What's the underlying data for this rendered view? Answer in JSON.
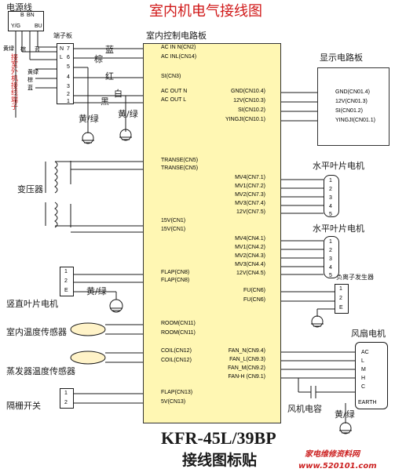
{
  "title": "室内机电气接线图",
  "model": "KFR-45L/39BP",
  "sticker": "接线图标贴",
  "watermark": {
    "top": "家电维修资料网",
    "bottom": "www.520101.com"
  },
  "power": {
    "label": "电源线",
    "pins": [
      "B",
      "BN",
      "Y/G",
      "BU"
    ]
  },
  "terminal_block": {
    "label": "端子板",
    "pins": [
      "N",
      "7",
      "L",
      "6",
      "5",
      "4",
      "3",
      "2",
      "1"
    ],
    "side_labels": [
      "黄绿",
      "棕",
      "蓝",
      "黄绿",
      "棕",
      "蓝"
    ]
  },
  "outdoor_label": "接室外机接线端子",
  "indoor_board": {
    "label": "室内控制电路板",
    "left": [
      "AC IN N(CN2)",
      "AC INL(CN14)",
      "SI(CN3)",
      "AC OUT N",
      "AC OUT L",
      "TRANSE(CN5)",
      "TRANSE(CN5)",
      "15V(CN1)",
      "15V(CN1)",
      "FLAP(CN8)",
      "FLAP(CN8)",
      "ROOM(CN11)",
      "ROOM(CN11)",
      "COIL(CN12)",
      "COIL(CN12)",
      "FLAP(CN13)",
      "5V(CN13)"
    ],
    "right": [
      "GND(CN10.4)",
      "12V(CN10.3)",
      "SI(CN10.2)",
      "YINGJI(CN10.1)",
      "MV4(CN7.1)",
      "MV1(CN7.2)",
      "MV2(CN7.3)",
      "MV3(CN7.4)",
      "12V(CN7.5)",
      "MV4(CN4.1)",
      "MV1(CN4.2)",
      "MV2(CN4.3)",
      "MV3(CN4.4)",
      "12V(CN4.5)",
      "FU(CN6)",
      "FU(CN6)",
      "FAN_N(CN9.4)",
      "FAN_L(CN9.3)",
      "FAN_M(CN9.2)",
      "FAN-H (CN9.1)"
    ]
  },
  "display_board": {
    "label": "显示电路板",
    "pins": [
      "GND(CN01.4)",
      "12V(CN01.3)",
      "SI(CN01.2)",
      "YINGJI(CN01.1)"
    ]
  },
  "wire_colors": {
    "blue": "蓝",
    "brown": "棕",
    "red": "红",
    "white": "白",
    "black": "黑",
    "yg": "黄/绿"
  },
  "components": {
    "transformer": "变压器",
    "vertical_louver": "竖直叶片电机",
    "room_sensor": "室内温度传感器",
    "coil_sensor": "蒸发器温度传感器",
    "grille_switch": "隔栅开关",
    "h_louver_1": "水平叶片电机",
    "h_louver_2": "水平叶片电机",
    "ion_gen": "负离子发生器",
    "fan_motor": "风扇电机",
    "fan_cap": "风机电容"
  },
  "h_louver_pins": [
    "1",
    "2",
    "3",
    "4",
    "5"
  ],
  "ion_pins": [
    "1",
    "2",
    "E"
  ],
  "vl_pins": [
    "1",
    "2",
    "E"
  ],
  "switch_pins": [
    "1",
    "2"
  ],
  "fan_pins": [
    "AC",
    "L",
    "M",
    "H",
    "C",
    "EARTH"
  ],
  "colors": {
    "title_red": "#d01818",
    "board_fill": "#fff7b3",
    "line": "#1a1a1a"
  }
}
